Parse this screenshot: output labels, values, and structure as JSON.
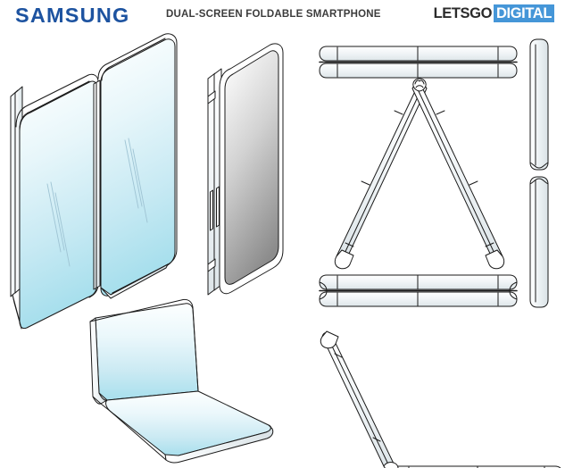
{
  "header": {
    "brand": "SAMSUNG",
    "title": "DUAL-SCREEN FOLDABLE SMARTPHONE",
    "watermark_left": "LETSGO",
    "watermark_right": "DIGITAL",
    "colors": {
      "samsung_blue": "#1d53a0",
      "watermark_box_blue": "#4596d8",
      "watermark_text_dark": "#2b2b2b",
      "title_gray": "#3c3c3c"
    }
  },
  "canvas": {
    "background": "#ffffff",
    "line_color": "#1a1a1a",
    "screen_gradient_top": "#fbfeff",
    "screen_gradient_bottom": "#a9dfec",
    "screen_gray_top": "#fdfdfd",
    "screen_gray_bottom": "#8d8d8d",
    "body_fill": "#ffffff",
    "edge_shade": "#e9eef1"
  },
  "figures": [
    {
      "id": "fig-unfolded-front",
      "name": "dual-screen-unfolded-isometric",
      "description": "Two joined display panels shown open in isometric view, both panels filled with a white-to-cyan gradient",
      "screen_type": "color"
    },
    {
      "id": "fig-folded-gray",
      "name": "device-folded-front-isometric",
      "description": "Fully folded device seen in isometric view with a gray gradient outer display and two side buttons",
      "screen_type": "gray",
      "side_buttons": 2
    },
    {
      "id": "fig-closed-top-edge",
      "name": "closed-device-top-edge-view",
      "description": "Edge-on view of the closed device, top of the right column"
    },
    {
      "id": "fig-tent-mode",
      "name": "device-tent-mode-edge-view",
      "description": "Inverted V / tent posture, edge-on view showing both halves hinged at the apex"
    },
    {
      "id": "fig-closed-bottom-edge",
      "name": "closed-device-bottom-edge-view",
      "description": "Second edge-on view of the closed device beneath the tent mode figure"
    },
    {
      "id": "fig-side-profile",
      "name": "device-side-profile-view",
      "description": "Tall narrow side profile of the device with the hinge notch at mid-height",
      "hinge_position": "middle"
    },
    {
      "id": "fig-laptop-mode",
      "name": "device-laptop-mode-isometric",
      "description": "Device half-open in laptop posture, isometric, both inner panels filled with a white-to-cyan gradient",
      "screen_type": "color"
    },
    {
      "id": "fig-l-shape",
      "name": "device-right-angle-edge-view",
      "description": "Device opened to roughly ninety degrees, edge-on view forming an L shape"
    }
  ]
}
